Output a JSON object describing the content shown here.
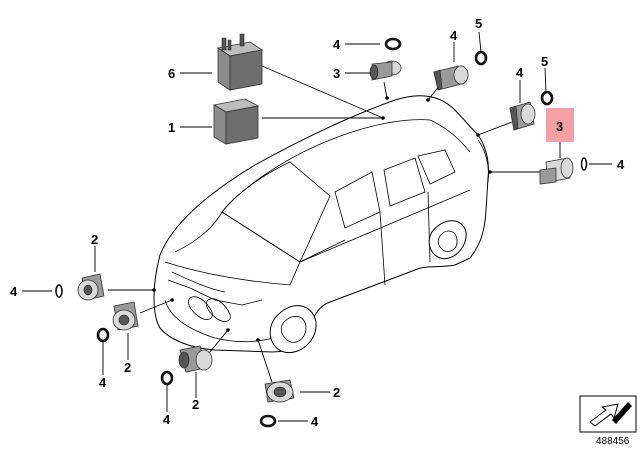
{
  "callouts": {
    "c1": "1",
    "c6": "6",
    "c4_top": "4",
    "c3_top": "3",
    "c4_rear1": "4",
    "c5_rear1": "5",
    "c4_rear2": "4",
    "c5_rear2": "5",
    "c3_highlight": "3",
    "c4_right": "4",
    "c2_left": "2",
    "c4_left": "4",
    "c2_front": "2",
    "c4_front": "4",
    "c2_front_mid": "2",
    "c4_front_mid": "4",
    "c2_bottom": "2",
    "c4_bottom": "4"
  },
  "highlight_color": "#f4a0a5",
  "diagram_number": "488456",
  "icons": {
    "corner_icon": "arrow-icon"
  }
}
